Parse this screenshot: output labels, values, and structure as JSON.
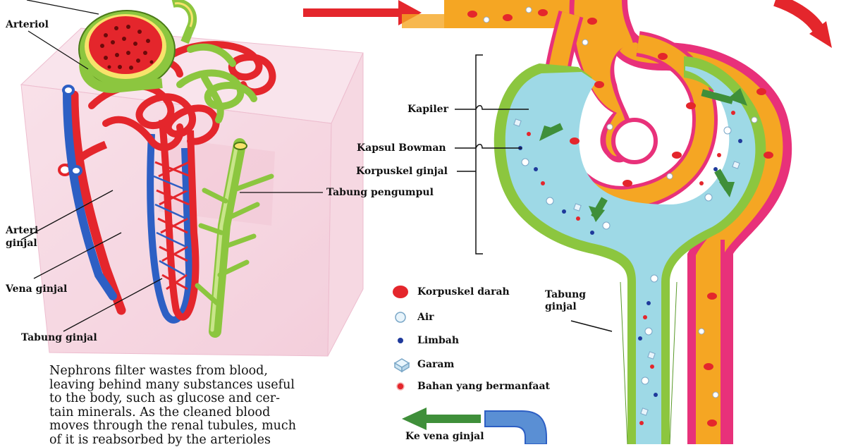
{
  "left_diagram": {
    "labels": {
      "arteriol": "Arteriol",
      "arteri_ginjal": "Arteri\nginjal",
      "vena_ginjal": "Vena ginjal",
      "tabung_ginjal": "Tabung ginjal",
      "tabung_pengumpul": "Tabung pengumpul"
    },
    "caption": "Nephrons filter wastes from blood,\nleaving behind many substances useful\nto the body, such as glucose and cer-\ntain minerals. As the cleaned blood\nmoves through the renal tubules, much\nof it is reabsorbed by the arterioles"
  },
  "right_diagram": {
    "labels": {
      "kapiler": "Kapiler",
      "kapsul_bowman": "Kapsul Bowman",
      "korpuskel_ginjal": "Korpuskel ginjal",
      "tabung_ginjal": "Tabung\nginjal",
      "ke_vena_ginjal": "Ke vena ginjal"
    },
    "legend": [
      {
        "icon": "red-blood-cell-icon",
        "label": "Korpuskel darah"
      },
      {
        "icon": "water-drop-icon",
        "label": "Air"
      },
      {
        "icon": "waste-dot-icon",
        "label": "Limbah"
      },
      {
        "icon": "salt-crystal-icon",
        "label": "Garam"
      },
      {
        "icon": "useful-substance-icon",
        "label": "Bahan yang bermanfaat"
      }
    ]
  },
  "colors": {
    "blood_red": "#e4262c",
    "vein_blue": "#2d5fc4",
    "tubule_green": "#8cc63f",
    "capsule_cyan": "#8fd6e8",
    "plasma_orange": "#f5a623",
    "box_pink": "#f3c6d4"
  }
}
